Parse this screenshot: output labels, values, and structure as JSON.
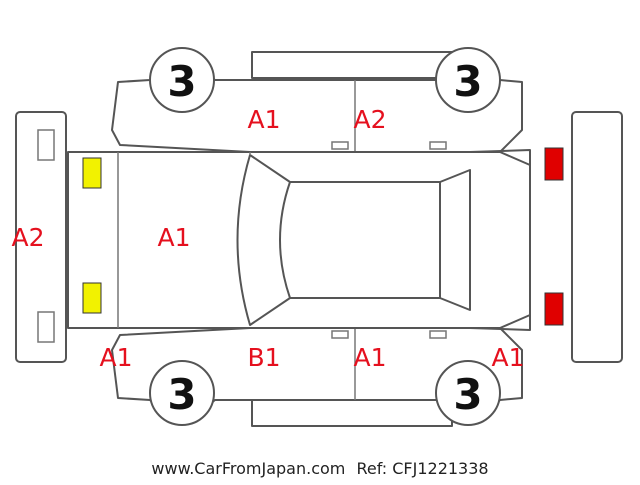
{
  "colors": {
    "label": "#e5101e",
    "outline": "#555555",
    "marker_yellow": "#f2f200",
    "marker_red": "#e00000",
    "text": "#222222"
  },
  "wheels": {
    "front_left": "3",
    "rear_left": "3",
    "front_right": "3",
    "rear_right": "3"
  },
  "damage_labels": {
    "roof_front_top": "A1",
    "roof_rear_top": "A2",
    "rear_panel": "A2",
    "hood": "A1",
    "front_corner_left": "A1",
    "front_door_bottom": "B1",
    "rear_door_bottom": "A1",
    "rear_corner_right": "A1"
  },
  "markers": [
    {
      "name": "headlight-left-marker",
      "color": "yellow"
    },
    {
      "name": "headlight-right-marker",
      "color": "yellow"
    },
    {
      "name": "taillight-top-marker",
      "color": "red"
    },
    {
      "name": "taillight-bottom-marker",
      "color": "red"
    }
  ],
  "footer": {
    "site": "www.CarFromJapan.com",
    "ref": "Ref: CFJ1221338"
  }
}
